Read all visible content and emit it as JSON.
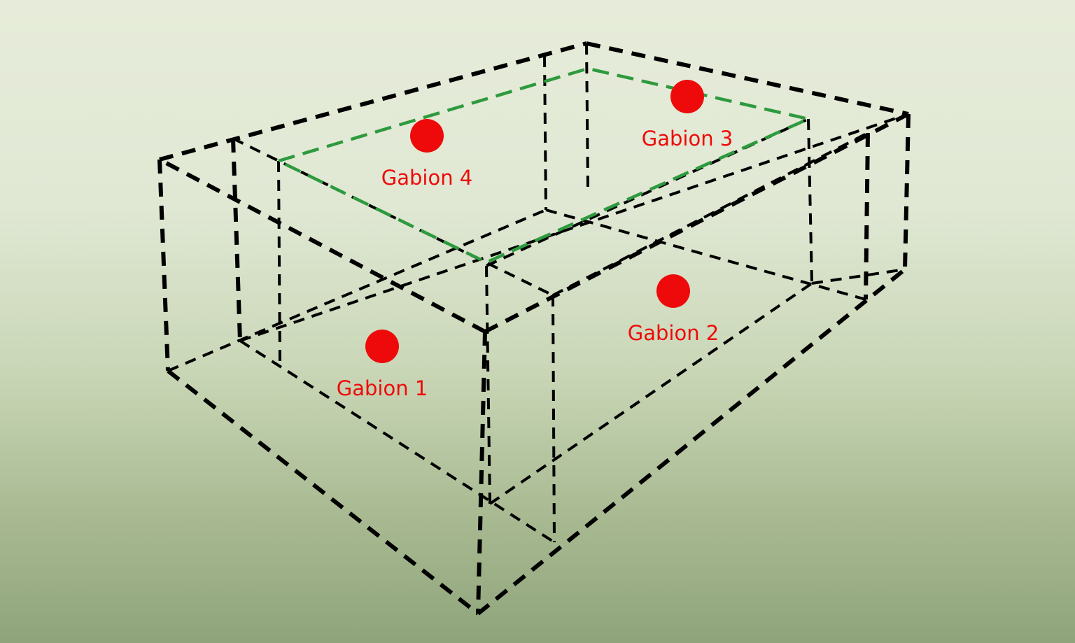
{
  "diagram": {
    "colors": {
      "frame": "#000000",
      "inner_outline": "#2e9a3e",
      "marker": "#ee0a0a",
      "label": "#ee0a0a"
    },
    "gabions": [
      {
        "id": "gabion-1",
        "label": "Gabion 1"
      },
      {
        "id": "gabion-2",
        "label": "Gabion 2"
      },
      {
        "id": "gabion-3",
        "label": "Gabion 3"
      },
      {
        "id": "gabion-4",
        "label": "Gabion 4"
      }
    ]
  }
}
